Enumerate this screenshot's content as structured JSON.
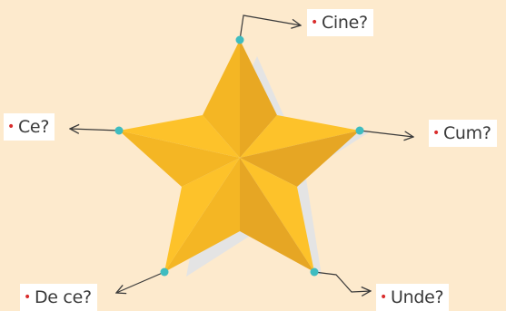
{
  "colors": {
    "background": "#fdeacd",
    "star_light": "#fdc22a",
    "star_mid": "#f4b624",
    "star_dark": "#e6a624",
    "star_shadow": "#e4e4e4",
    "node": "#3fbcc0",
    "arrow": "#3a3a3a",
    "label_bg": "#ffffff",
    "label_text": "#3a3a3a",
    "bullet": "#d92c2c"
  },
  "bullet_char": "•",
  "questions": [
    {
      "id": "cine",
      "text": "Cine?"
    },
    {
      "id": "ce",
      "text": "Ce?"
    },
    {
      "id": "cum",
      "text": "Cum?"
    },
    {
      "id": "dece",
      "text": "De ce?"
    },
    {
      "id": "unde",
      "text": "Unde?"
    }
  ]
}
